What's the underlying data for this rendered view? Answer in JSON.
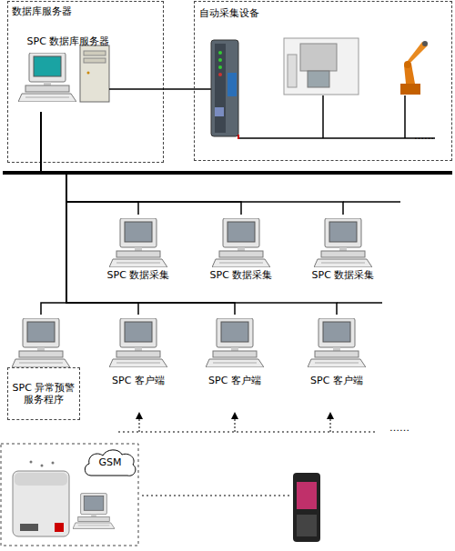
{
  "diagram": {
    "nodes": [
      {
        "text": [
          "数据库服务器"
        ]
      },
      {
        "text": [
          "SPC 数据库服务器"
        ],
        "in": 0
      },
      {
        "text": [
          "自动采集设备"
        ]
      },
      {
        "text": [
          "SPC 数据采集"
        ]
      },
      {
        "text": [
          "SPC 数据采集"
        ]
      },
      {
        "text": [
          "SPC 数据采集"
        ]
      },
      {
        "text": [
          "SPC 异常预警 服务程序"
        ]
      },
      {
        "text": [
          "SPC 客户端"
        ]
      },
      {
        "text": [
          "SPC 客户端"
        ]
      },
      {
        "text": [
          "SPC 客户端"
        ]
      },
      {
        "text": [
          "GSM"
        ]
      }
    ],
    "edges": [
      {
        "from": 1,
        "to": 2,
        "arrow": "none"
      },
      {
        "from": 1,
        "to": 3,
        "arrow": "none"
      },
      {
        "from": 1,
        "to": 4,
        "arrow": "none"
      },
      {
        "from": 1,
        "to": 5,
        "arrow": "none"
      },
      {
        "from": 1,
        "to": 6,
        "arrow": "none"
      },
      {
        "from": 1,
        "to": 7,
        "arrow": "none"
      },
      {
        "from": 1,
        "to": 8,
        "arrow": "none"
      },
      {
        "from": 1,
        "to": 9,
        "arrow": "none"
      }
    ],
    "labels": [
      "……",
      "……"
    ]
  }
}
